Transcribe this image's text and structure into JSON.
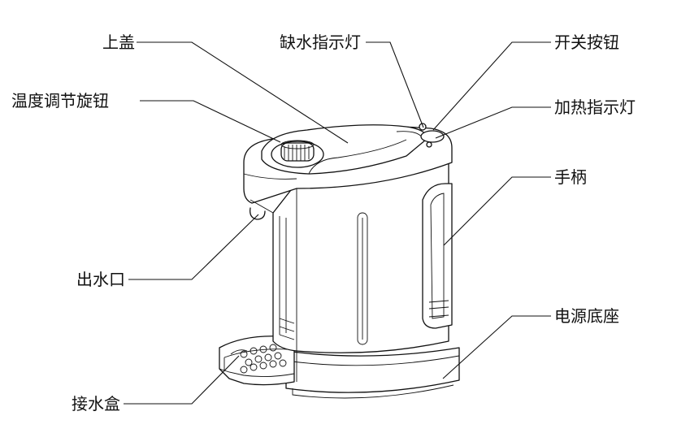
{
  "diagram": {
    "labels": {
      "lid": "上盖",
      "temp_knob": "温度调节旋钮",
      "low_water_light": "缺水指示灯",
      "power_switch": "开关按钮",
      "heating_light": "加热指示灯",
      "handle": "手柄",
      "outlet": "出水口",
      "base": "电源底座",
      "drip_tray": "接水盒"
    },
    "colors": {
      "ink": "#111111",
      "background": "#ffffff"
    }
  }
}
